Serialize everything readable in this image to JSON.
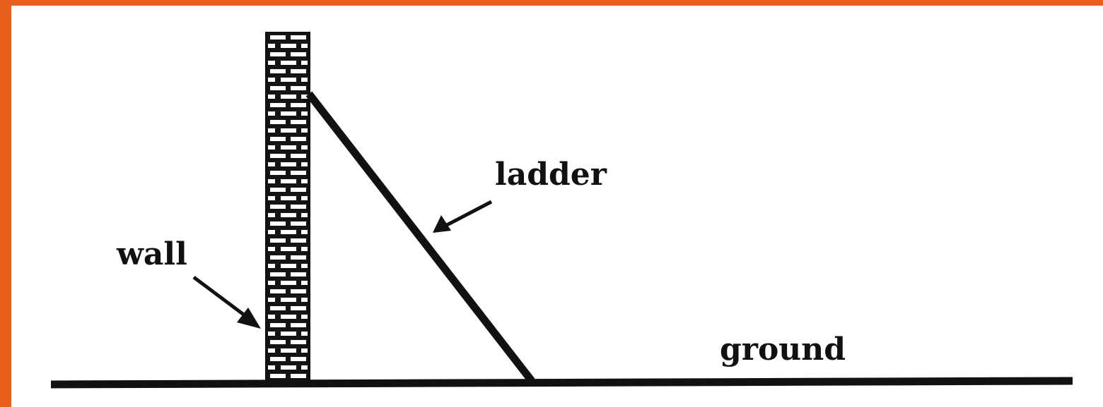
{
  "labels": {
    "wall": "wall",
    "ladder": "ladder",
    "ground": "ground"
  },
  "colors": {
    "frame_accent": "#e8601c",
    "line": "#111111",
    "background": "#ffffff"
  }
}
